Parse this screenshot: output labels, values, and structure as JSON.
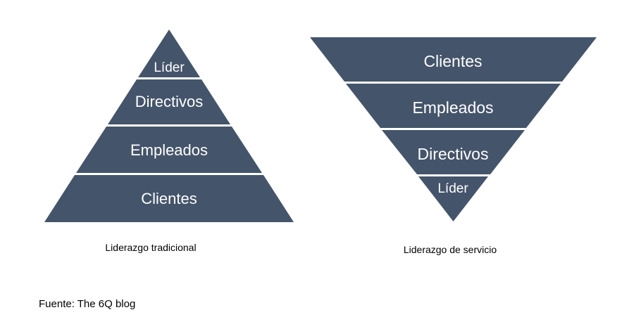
{
  "diagram": {
    "pyramids": [
      {
        "caption": "Liderazgo tradicional",
        "orientation": "up",
        "levels": [
          {
            "label": "Líder"
          },
          {
            "label": "Directivos"
          },
          {
            "label": "Empleados"
          },
          {
            "label": "Clientes"
          }
        ]
      },
      {
        "caption": "Liderazgo de servicio",
        "orientation": "down",
        "levels": [
          {
            "label": "Clientes"
          },
          {
            "label": "Empleados"
          },
          {
            "label": "Directivos"
          },
          {
            "label": "Líder"
          }
        ]
      }
    ],
    "source_note": "Fuente: The 6Q blog",
    "colors": {
      "shape_fill": "#44546A",
      "level_text": "#FFFFFF",
      "caption_text": "#000000",
      "background": "#FFFFFF"
    }
  }
}
